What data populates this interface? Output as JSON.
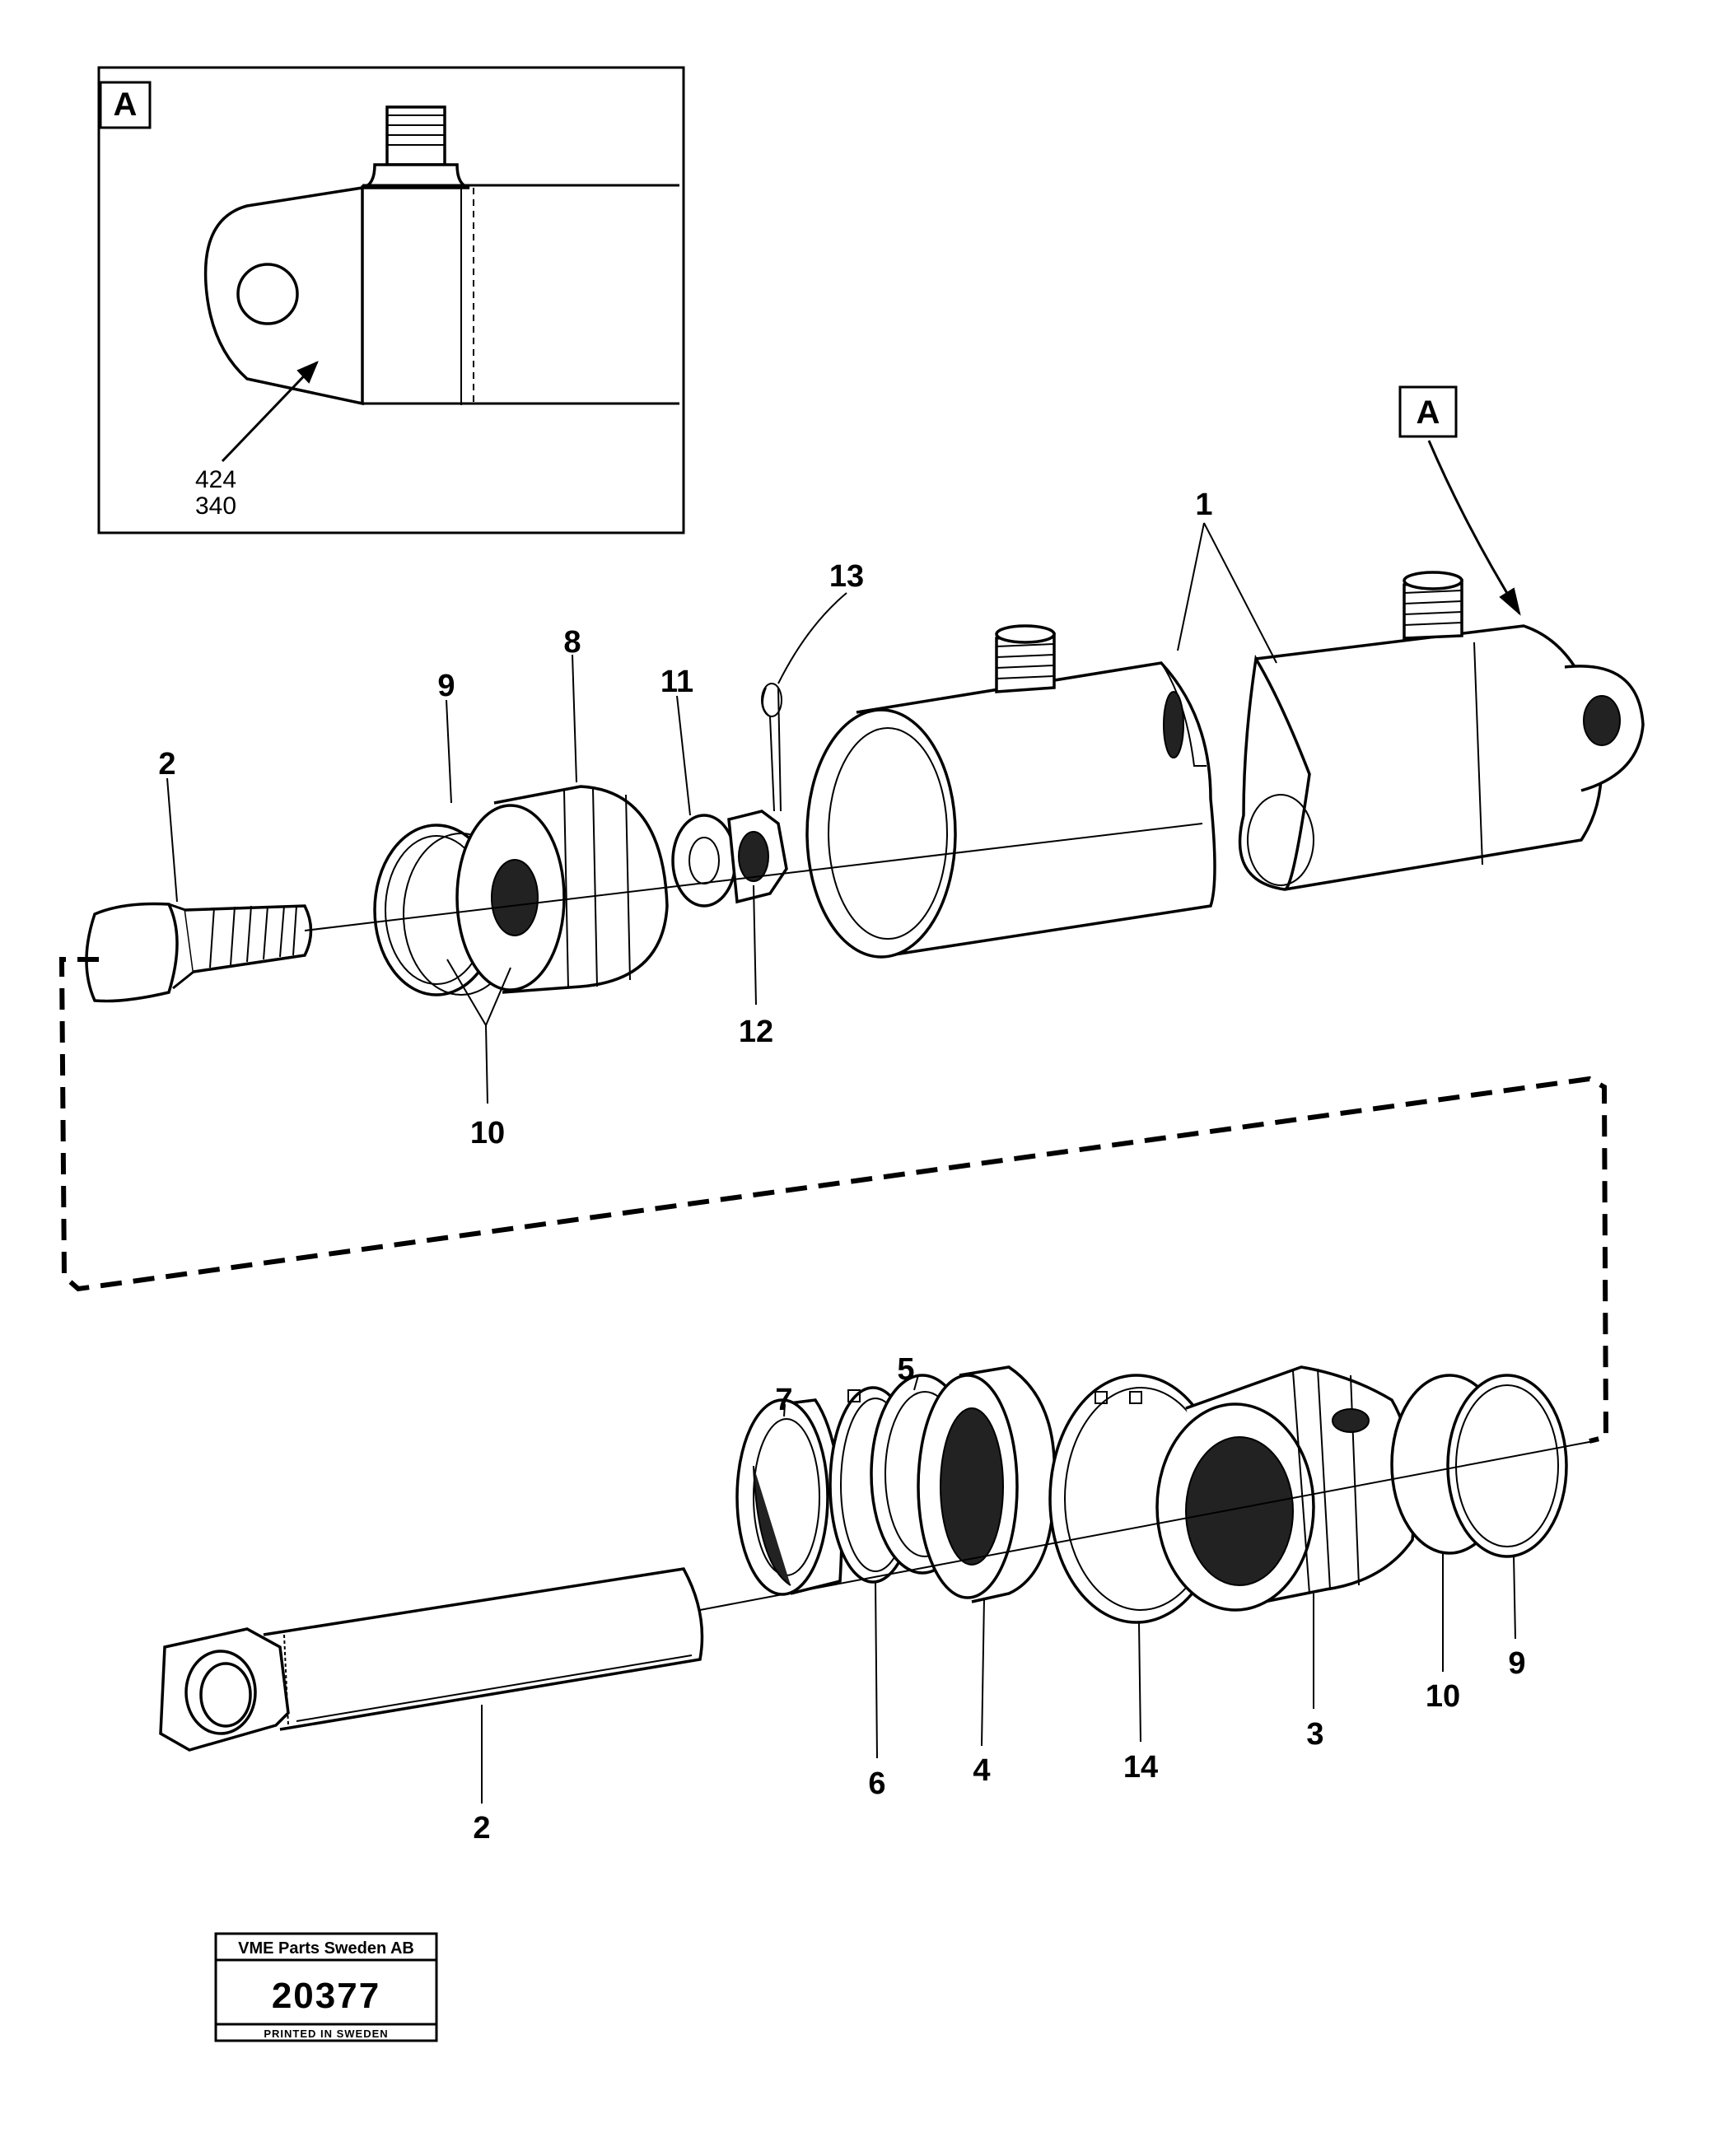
{
  "detail_box": {
    "letter": "A",
    "reference_numbers": [
      "424",
      "340"
    ]
  },
  "view_marker": {
    "letter": "A"
  },
  "callouts": {
    "p1": "1",
    "p2_top": "2",
    "p2_bottom": "2",
    "p3": "3",
    "p4": "4",
    "p5": "5",
    "p6": "6",
    "p7": "7",
    "p8": "8",
    "p9_top": "9",
    "p9_bottom": "9",
    "p10_top": "10",
    "p10_bottom": "10",
    "p11": "11",
    "p12": "12",
    "p13": "13",
    "p14": "14"
  },
  "stamp": {
    "company": "VME Parts Sweden AB",
    "number": "20377",
    "footer": "PRINTED IN SWEDEN"
  }
}
